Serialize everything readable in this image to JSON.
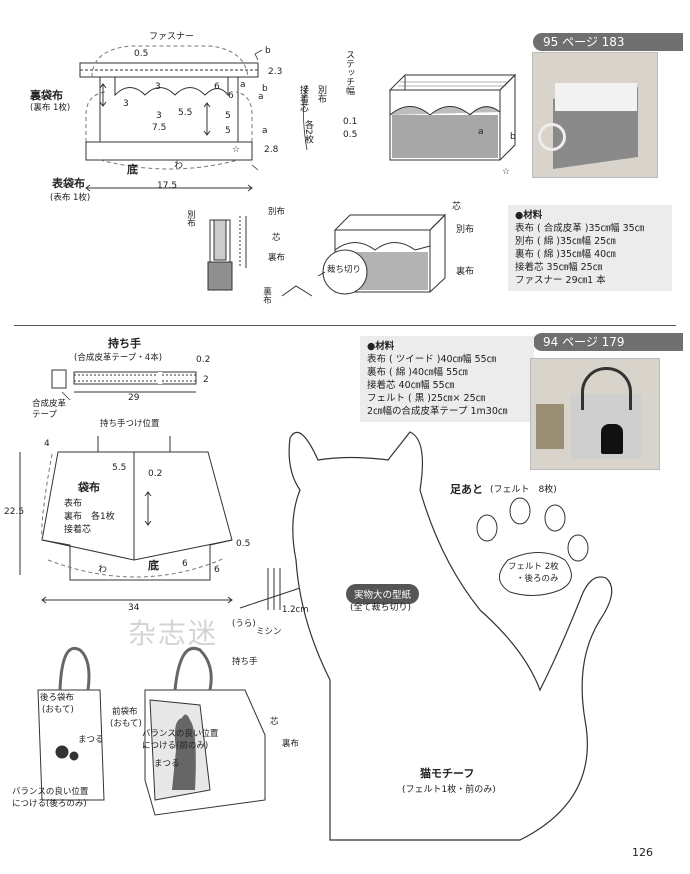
{
  "section_a": {
    "page_ref": "95 ページ 183",
    "fastener": "ファスナー",
    "m_05": "0.5",
    "m_b1": "b",
    "m_23": "2.3",
    "m_b2": "b",
    "ura_title": "裏袋布",
    "ura_sub": "(裏布 1枚)",
    "m_3a": "3",
    "m_3b": "3",
    "m_3c": "3",
    "m_6a": "6",
    "m_6b": "6",
    "m_a1": "a",
    "m_a2": "a",
    "m_a3": "a",
    "m_55": "5.5",
    "m_75": "7.5",
    "m_5a": "5",
    "m_5b": "5",
    "m_28": "2.8",
    "star": "☆",
    "bottom": "底",
    "wa": "わ",
    "m_175": "17.5",
    "omote_title": "表袋布",
    "omote_sub": "(表布 1枚)",
    "stitch_v": "ステッチ幅",
    "stitch_01": "0.1",
    "stitch_05": "0.5",
    "v_bettsu": "別布",
    "v_setchaku": "接着芯",
    "v_kaku": "各2枚",
    "detail_betsu": "別布",
    "detail_betsu2": "別布",
    "detail_shin": "芯",
    "detail_ura": "裏布",
    "detail_ura2": "裏布",
    "box_a": "a",
    "box_b": "b",
    "box_star": "☆",
    "box2_shin": "芯",
    "box2_betsu": "別布",
    "box2_ura": "裏布",
    "box2_cut": "裁ち切り",
    "materials_title": "●材料",
    "materials": [
      "表布 ( 合成皮革 )35㎝幅 35㎝",
      "別布 ( 綿 )35㎝幅 25㎝",
      "裏布 ( 綿 )35㎝幅 40㎝",
      "接着芯 35㎝幅 25㎝",
      "ファスナー 29㎝1 本"
    ]
  },
  "section_b": {
    "page_ref": "94 ページ 179",
    "handle_title": "持ち手",
    "handle_sub": "(合成皮革テープ・4本)",
    "m_02": "0.2",
    "m_2": "2",
    "m_29": "29",
    "tape_label1": "合成皮革",
    "tape_label2": "テープ",
    "handle_pos": "持ち手つけ位置",
    "m_4": "4",
    "m_55": "5.5",
    "m_02b": "0.2",
    "bag_title": "袋布",
    "bag_l1": "表布",
    "bag_l2": "裏布　各1枚",
    "bag_l3": "接着芯",
    "m_225": "22.5",
    "m_05": "0.5",
    "wa": "わ",
    "bottom": "底",
    "m_6a": "6",
    "m_6b": "6",
    "m_34": "34",
    "m_12": "1.2cm",
    "ura_paren": "(うら)",
    "mishin": "ミシン",
    "mochite": "持ち手",
    "back_bag": "後ろ袋布",
    "omote_paren": "(おもて)",
    "matsuru1": "まつる",
    "balance1": "バランスの良い位置",
    "balance2": "につける(後ろのみ)",
    "front_bag1": "前袋布",
    "front_bag2": "(おもて)",
    "balance_f1": "バランスの良い位置",
    "balance_f2": "につける(前のみ)",
    "matsuru2": "まつる",
    "shin": "芯",
    "urafu": "裏布",
    "materials_title": "●材料",
    "materials": [
      "表布 ( ツイード )40㎝幅 55㎝",
      "裏布 ( 綿 )40㎝幅 55㎝",
      "接着芯 40㎝幅 55㎝",
      "フェルト ( 黒 )25㎝× 25㎝",
      "2㎝幅の合成皮革テープ 1m30㎝"
    ],
    "pattern_badge": "実物大の型紙",
    "pattern_sub": "(全て裁ち切り)",
    "paw_title": "足あと",
    "paw_sub": "(フェルト　8枚)",
    "pad_label1": "フェルト 2枚",
    "pad_label2": "・後ろのみ",
    "cat_title": "猫モチーフ",
    "cat_sub": "(フェルト1枚・前のみ)"
  },
  "watermark": "杂志迷",
  "page_number": "126"
}
